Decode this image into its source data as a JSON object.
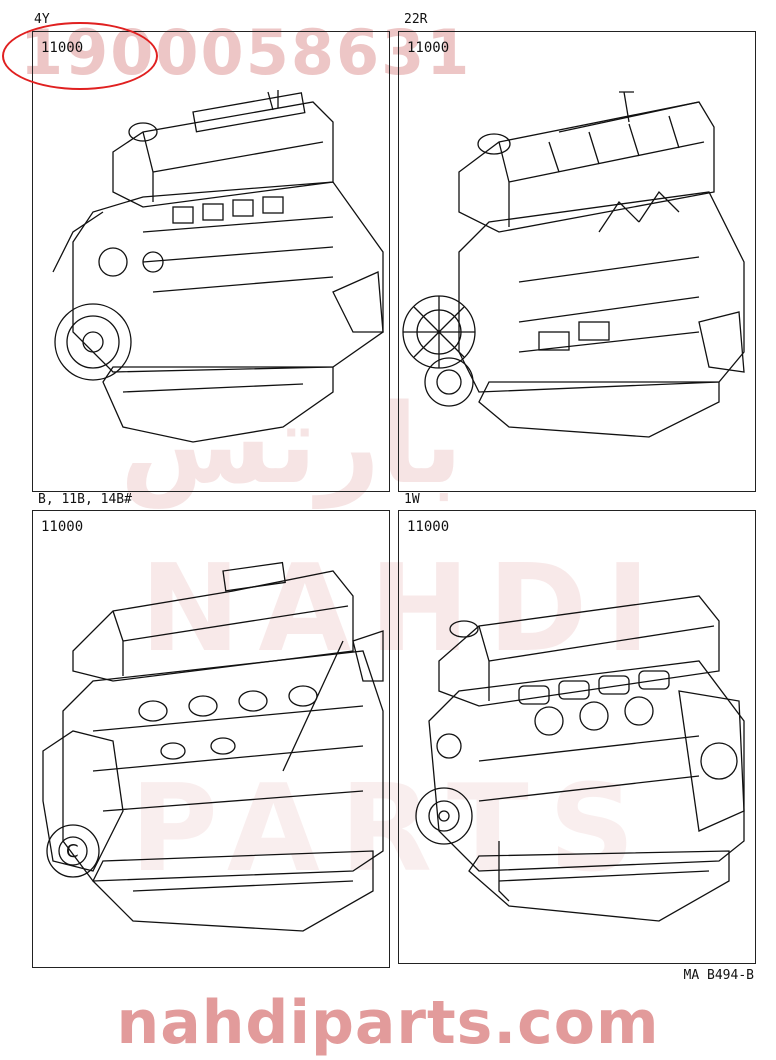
{
  "watermark": {
    "top": "1900058631",
    "arabic": "بارتس",
    "mid": "NAHDI",
    "low": "PARTS",
    "bottom": "nahdiparts.com"
  },
  "panels": [
    {
      "title": "4Y",
      "code": "11000"
    },
    {
      "title": "22R",
      "code": "11000"
    },
    {
      "title": "B, 11B, 14B#",
      "code": "11000"
    },
    {
      "title": "1W",
      "code": "11000"
    }
  ],
  "reference": "MA B494-B",
  "highlight_color": "#e02020"
}
